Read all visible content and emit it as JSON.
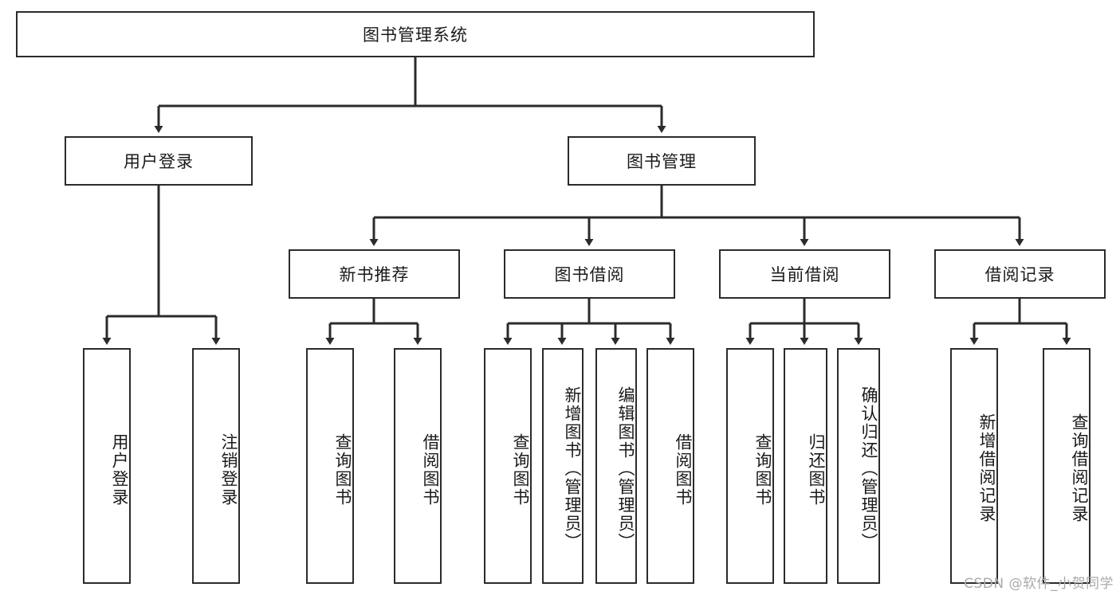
{
  "diagram": {
    "type": "tree-hierarchy",
    "title": "图书管理系统",
    "watermark": "CSDN @软件_小贺同学",
    "colors": {
      "box_border": "#2b2b2b",
      "box_fill": "#ffffff",
      "text": "#1a1a1a",
      "edge": "#2b2b2b",
      "watermark": "#a9a9a9"
    },
    "nodes": {
      "root": {
        "label": "图书管理系统"
      },
      "level2": [
        {
          "label": "用户登录"
        },
        {
          "label": "图书管理"
        }
      ],
      "level3": [
        {
          "label": "新书推荐"
        },
        {
          "label": "图书借阅"
        },
        {
          "label": "当前借阅"
        },
        {
          "label": "借阅记录"
        }
      ],
      "leaves_user_login": [
        {
          "label": "用户登录"
        },
        {
          "label": "注销登录"
        }
      ],
      "leaves_new_book": [
        {
          "label": "查询图书"
        },
        {
          "label": "借阅图书"
        }
      ],
      "leaves_borrow": [
        {
          "label": "查询图书"
        },
        {
          "label": "新增图书（管理员）"
        },
        {
          "label": "编辑图书（管理员）"
        },
        {
          "label": "借阅图书"
        }
      ],
      "leaves_current": [
        {
          "label": "查询图书"
        },
        {
          "label": "归还图书"
        },
        {
          "label": "确认归还（管理员）"
        }
      ],
      "leaves_records": [
        {
          "label": "新增借阅记录"
        },
        {
          "label": "查询借阅记录"
        }
      ]
    }
  }
}
